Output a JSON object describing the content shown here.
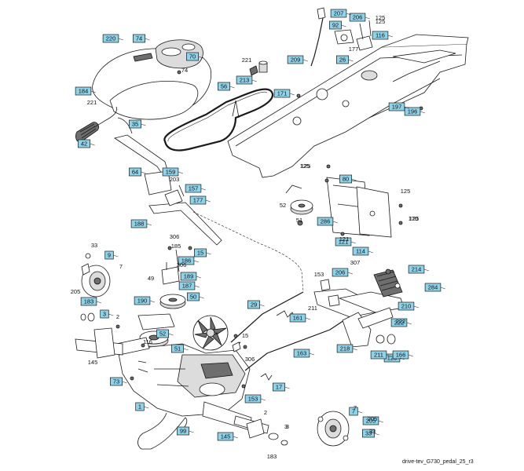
{
  "caption": "drive-tev_G730_pedal_25_r3",
  "boxed_labels": [
    "220",
    "74",
    "70",
    "213",
    "56",
    "184",
    "42",
    "35",
    "64",
    "159",
    "157",
    "177",
    "188",
    "15",
    "186",
    "187",
    "189",
    "190",
    "50",
    "52",
    "51",
    "73",
    "1",
    "145",
    "99",
    "207",
    "206",
    "116",
    "92",
    "26",
    "209",
    "171",
    "197",
    "196",
    "80",
    "286",
    "114",
    "206",
    "125",
    "214",
    "284",
    "210",
    "222",
    "211",
    "166",
    "218",
    "161",
    "163",
    "29",
    "153",
    "17",
    "9",
    "183",
    "3",
    "7",
    "205",
    "33",
    "121"
  ],
  "plain_labels": [
    "74",
    "221",
    "125",
    "177",
    "221",
    "203",
    "306",
    "185",
    "306",
    "49",
    "7",
    "205",
    "33",
    "2",
    "116",
    "145",
    "15",
    "306",
    "2",
    "3",
    "183",
    "125",
    "125",
    "170",
    "52",
    "51",
    "125",
    "125",
    "121",
    "153",
    "307",
    "211",
    "222",
    "7",
    "205",
    "33",
    "125",
    "3"
  ]
}
